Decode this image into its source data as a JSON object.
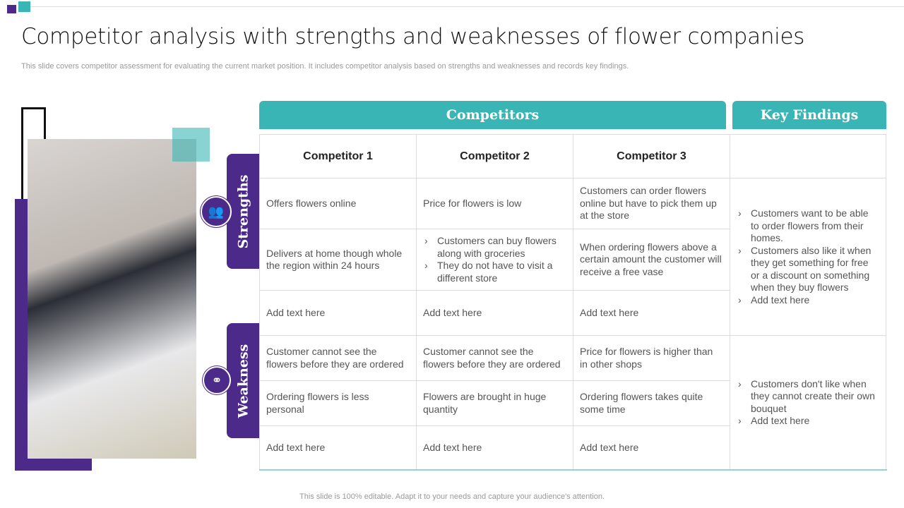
{
  "header": {
    "title": "Competitor analysis with strengths and weaknesses of flower companies",
    "subtitle": "This slide covers competitor assessment for evaluating the current market position. It includes competitor analysis based on strengths and weaknesses and records key findings."
  },
  "colors": {
    "purple": "#4b2a8a",
    "teal": "#3ab5b5"
  },
  "table": {
    "competitors_header": "Competitors",
    "findings_header": "Key Findings",
    "columns": [
      "Competitor 1",
      "Competitor 2",
      "Competitor 3"
    ],
    "strengths_label": "Strengths",
    "weakness_label": "Weakness",
    "strengths_icon": "team-icon",
    "weakness_icon": "broken-link-icon",
    "strengths": [
      [
        "Offers flowers online",
        "Price for flowers is low",
        "Customers can order flowers online but have to pick them up at the store"
      ],
      [
        "Delivers at home though whole the region within 24 hours",
        [
          "Customers can buy flowers along with groceries",
          "They do not have to visit a different store"
        ],
        "When ordering flowers above a certain amount the customer will receive a free vase"
      ],
      [
        "Add text here",
        "Add text here",
        "Add text here"
      ]
    ],
    "weaknesses": [
      [
        "Customer cannot see the flowers before they are ordered",
        "Customer cannot see the flowers before they are ordered",
        "Price for flowers is higher than in other shops"
      ],
      [
        "Ordering flowers is less personal",
        "Flowers are brought in huge quantity",
        "Ordering flowers takes quite some time"
      ],
      [
        "Add text here",
        "Add text here",
        "Add text here"
      ]
    ],
    "findings_strengths": [
      "Customers want to be able to order flowers from their homes.",
      "Customers also like it when they get something for free or a discount on something when they buy flowers",
      "Add text here"
    ],
    "findings_weakness": [
      "Customers don't like when they cannot create their own bouquet",
      "Add text here"
    ]
  },
  "footer": "This slide is 100% editable. Adapt it to your needs and capture your audience's attention."
}
